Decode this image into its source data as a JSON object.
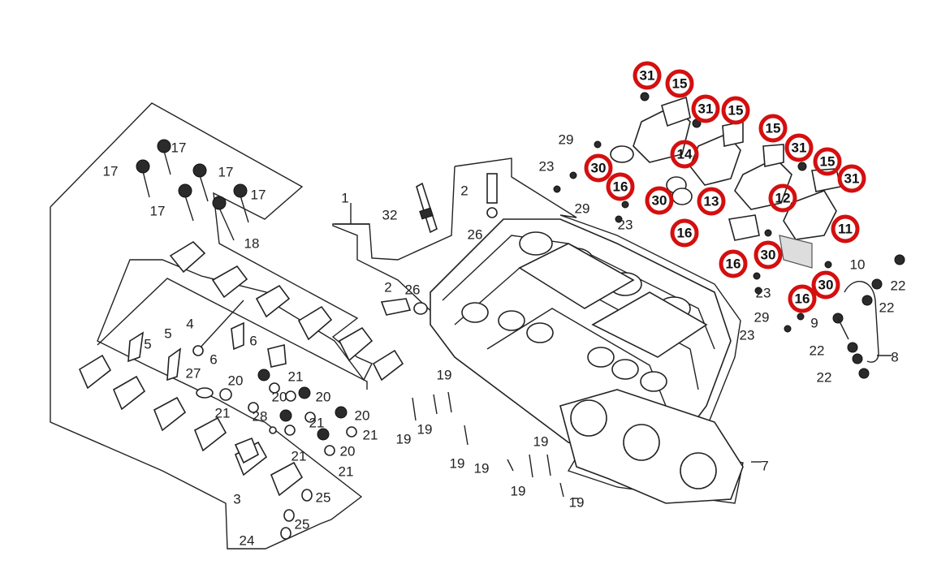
{
  "callouts": [
    {
      "label": "1"
    },
    {
      "label": "2"
    },
    {
      "label": "2"
    },
    {
      "label": "26"
    },
    {
      "label": "26"
    },
    {
      "label": "32"
    },
    {
      "label": "17"
    },
    {
      "label": "17"
    },
    {
      "label": "17"
    },
    {
      "label": "17"
    },
    {
      "label": "17"
    },
    {
      "label": "18"
    },
    {
      "label": "4"
    },
    {
      "label": "5"
    },
    {
      "label": "5"
    },
    {
      "label": "6"
    },
    {
      "label": "6"
    },
    {
      "label": "27"
    },
    {
      "label": "20"
    },
    {
      "label": "21"
    },
    {
      "label": "20"
    },
    {
      "label": "20"
    },
    {
      "label": "21"
    },
    {
      "label": "28"
    },
    {
      "label": "20"
    },
    {
      "label": "21"
    },
    {
      "label": "21"
    },
    {
      "label": "20"
    },
    {
      "label": "21"
    },
    {
      "label": "21"
    },
    {
      "label": "3"
    },
    {
      "label": "25"
    },
    {
      "label": "25"
    },
    {
      "label": "24"
    },
    {
      "label": "19"
    },
    {
      "label": "19"
    },
    {
      "label": "19"
    },
    {
      "label": "19"
    },
    {
      "label": "19"
    },
    {
      "label": "19"
    },
    {
      "label": "19"
    },
    {
      "label": "19"
    },
    {
      "label": "7"
    },
    {
      "label": "29"
    },
    {
      "label": "23"
    },
    {
      "label": "29"
    },
    {
      "label": "23"
    },
    {
      "label": "23"
    },
    {
      "label": "29"
    },
    {
      "label": "23"
    },
    {
      "label": "10"
    },
    {
      "label": "22"
    },
    {
      "label": "22"
    },
    {
      "label": "9"
    },
    {
      "label": "22"
    },
    {
      "label": "22"
    },
    {
      "label": "8"
    }
  ],
  "highlighted_callouts": [
    {
      "label": "31"
    },
    {
      "label": "15"
    },
    {
      "label": "31"
    },
    {
      "label": "15"
    },
    {
      "label": "15"
    },
    {
      "label": "31"
    },
    {
      "label": "15"
    },
    {
      "label": "31"
    },
    {
      "label": "30"
    },
    {
      "label": "16"
    },
    {
      "label": "14"
    },
    {
      "label": "30"
    },
    {
      "label": "13"
    },
    {
      "label": "12"
    },
    {
      "label": "16"
    },
    {
      "label": "11"
    },
    {
      "label": "16"
    },
    {
      "label": "30"
    },
    {
      "label": "30"
    },
    {
      "label": "16"
    }
  ],
  "colors": {
    "highlight": "#d40f0f",
    "ink": "#222222"
  }
}
